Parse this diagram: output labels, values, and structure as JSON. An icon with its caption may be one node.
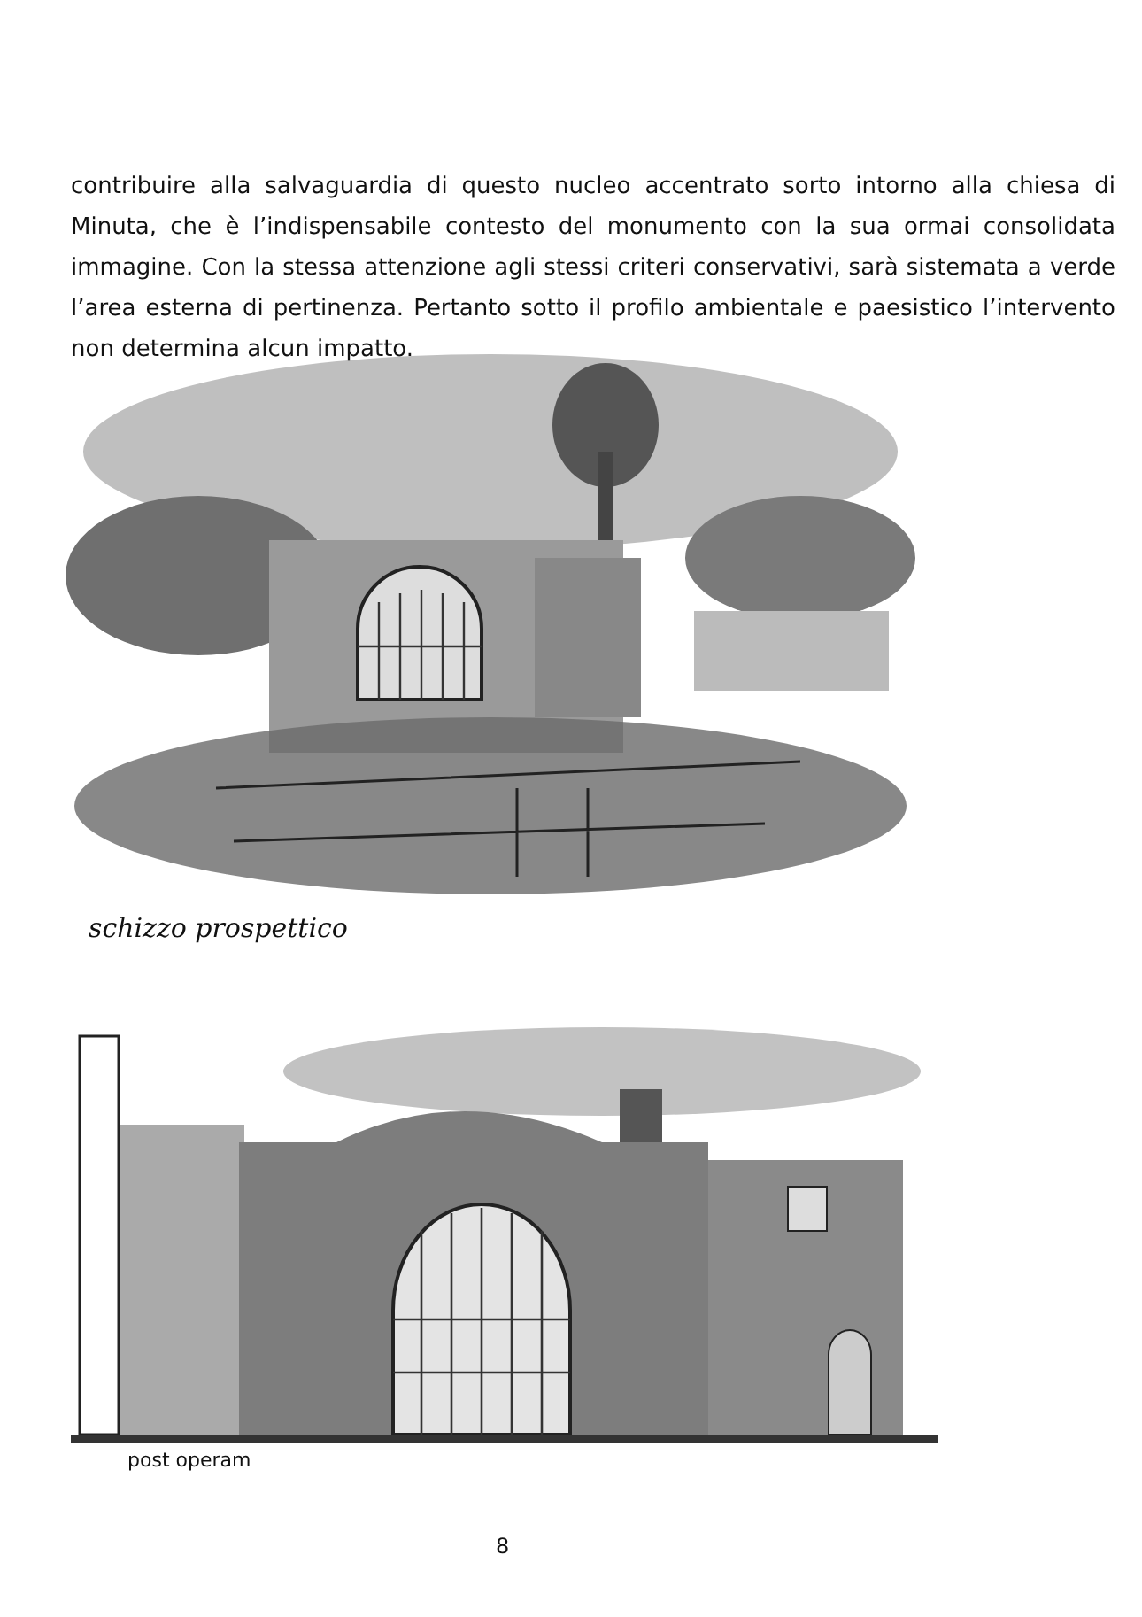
{
  "diagram": {
    "labels": [
      "contribuire alla salvaguardia di questo nucleo accentrato sorto intorno alla chiesa di Minuta, che è l’indispensabile contesto del monumento con la sua ormai consolidata immagine. Con la stessa attenzione agli stessi criteri conservativi, sarà sistemata a verde l’area esterna di pertinenza. Pertanto sotto il profilo ambientale e paesistico l’intervento non determina alcun impatto.",
      "schizzo prospettico",
      "post operam",
      "8"
    ]
  }
}
